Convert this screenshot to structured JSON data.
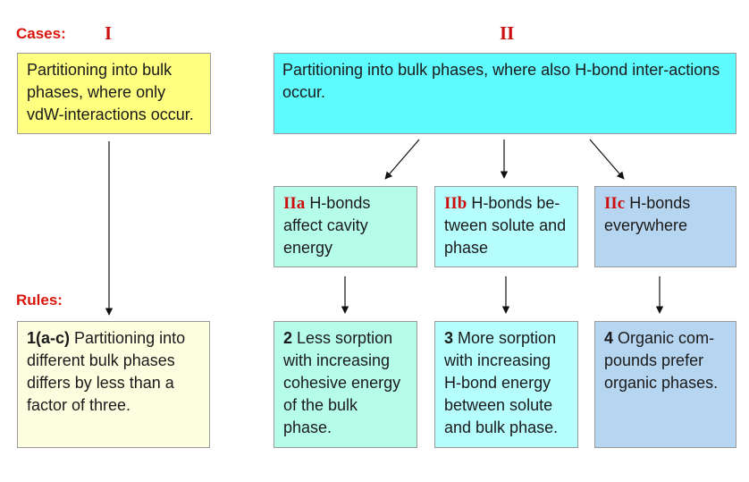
{
  "labels": {
    "cases": "Cases:",
    "rules": "Rules:",
    "case_i": "I",
    "case_ii": "II"
  },
  "top": {
    "case_i_text": "Partitioning into bulk phases, where only vdW-interactions occur.",
    "case_ii_text": "Partitioning into bulk phases, where also H-bond inter-actions occur."
  },
  "sub": {
    "iia": {
      "tag": "IIa",
      "text": "H-bonds affect cavity energy"
    },
    "iib": {
      "tag": "IIb",
      "text": "H-bonds be-tween solute and phase"
    },
    "iic": {
      "tag": "IIc",
      "text": "H-bonds everywhere"
    }
  },
  "rules": {
    "r1": {
      "num": "1(a-c)",
      "text": "Partitioning into different bulk phases differs by less than a factor of three."
    },
    "r2": {
      "num": "2",
      "text": "Less sorption with increasing cohesive energy of the bulk phase."
    },
    "r3": {
      "num": "3",
      "text": "More sorption with increasing H-bond energy between solute and bulk phase."
    },
    "r4": {
      "num": "4",
      "text": "Organic com-pounds prefer organic phases."
    }
  },
  "colors": {
    "yellow": "#ffff80",
    "cyan": "#5ffcff",
    "mint": "#b6fde9",
    "light_cyan": "#b6fefe",
    "light_blue": "#b6d5f1",
    "cream": "#fdfee0",
    "red": "#d9150b"
  }
}
